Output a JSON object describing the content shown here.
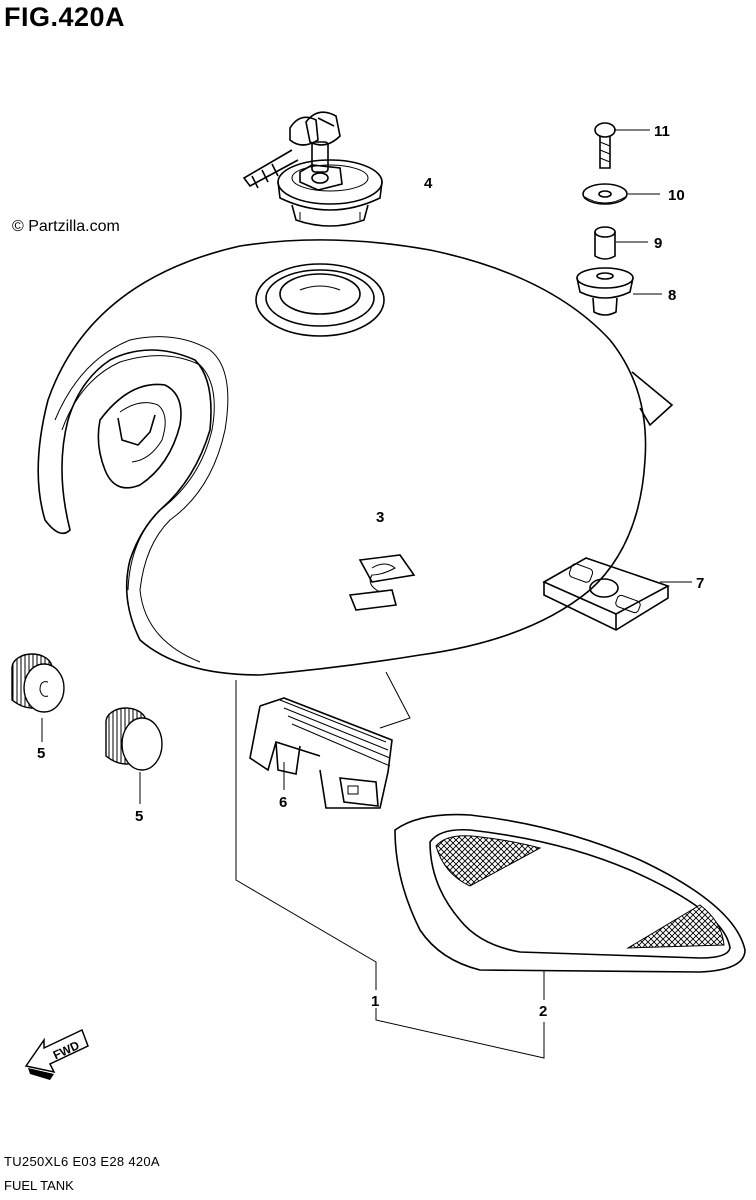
{
  "figure": {
    "title": "FIG.420A",
    "copyright": "© Partzilla.com",
    "model_code": "TU250XL6  E03  E28  420A",
    "caption": "FUEL TANK",
    "fwd_label": "FWD"
  },
  "callouts": {
    "c1": "1",
    "c2": "2",
    "c3": "3",
    "c4": "4",
    "c5a": "5",
    "c5b": "5",
    "c6": "6",
    "c7": "7",
    "c8": "8",
    "c9": "9",
    "c10": "10",
    "c11": "11"
  },
  "colors": {
    "ink": "#000000",
    "paper": "#ffffff"
  }
}
